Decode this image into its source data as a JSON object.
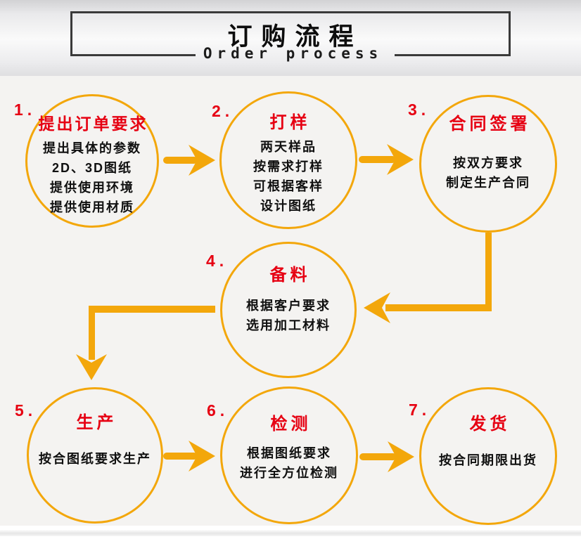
{
  "header": {
    "title": "订购流程",
    "subtitle": "Order process"
  },
  "steps": [
    {
      "num": "1.",
      "title": "提出订单要求",
      "lines": [
        "提出具体的参数",
        "2D、3D图纸",
        "提供使用环境",
        "提供使用材质"
      ]
    },
    {
      "num": "2.",
      "title": "打样",
      "lines": [
        "两天样品",
        "按需求打样",
        "可根据客样",
        "设计图纸"
      ]
    },
    {
      "num": "3.",
      "title": "合同签署",
      "lines": [
        "按双方要求",
        "制定生产合同"
      ]
    },
    {
      "num": "4.",
      "title": "备料",
      "lines": [
        "根据客户要求",
        "选用加工材料"
      ]
    },
    {
      "num": "5.",
      "title": "生产",
      "lines": [
        "按合图纸要求生产"
      ]
    },
    {
      "num": "6.",
      "title": "检测",
      "lines": [
        "根据图纸要求",
        "进行全方位检测"
      ]
    },
    {
      "num": "7.",
      "title": "发货",
      "lines": [
        "按合同期限出货"
      ]
    }
  ],
  "colors": {
    "accent_gold": "#F3A70B",
    "accent_red": "#E60012",
    "border_dark": "#3A3A3A"
  }
}
